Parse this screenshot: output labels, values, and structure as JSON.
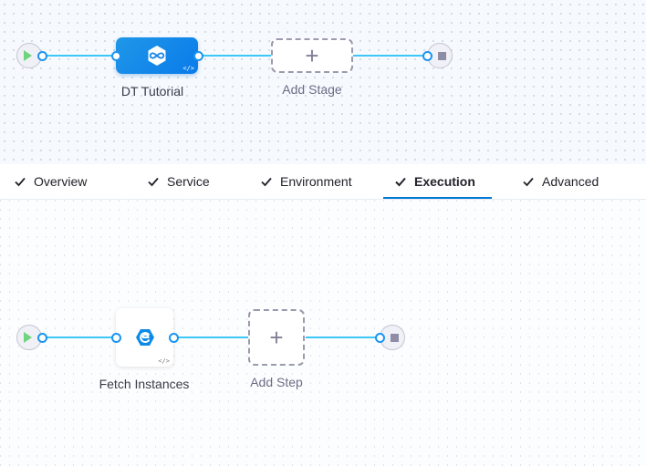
{
  "pipeline": {
    "stage": {
      "name": "DT Tutorial",
      "icon": "infinity-hexagon-icon",
      "color": "#0a7bea"
    },
    "add_stage_label": "Add Stage"
  },
  "tabs": [
    {
      "label": "Overview",
      "completed": true
    },
    {
      "label": "Service",
      "completed": true
    },
    {
      "label": "Environment",
      "completed": true
    },
    {
      "label": "Execution",
      "completed": true,
      "active": true
    },
    {
      "label": "Advanced",
      "completed": true
    }
  ],
  "execution": {
    "step": {
      "name": "Fetch Instances",
      "icon": "fetch-instances-icon"
    },
    "add_step_label": "Add Step"
  },
  "colors": {
    "connector": "#3dc7f6",
    "accent": "#0278d5",
    "start": "#6ed47e"
  }
}
